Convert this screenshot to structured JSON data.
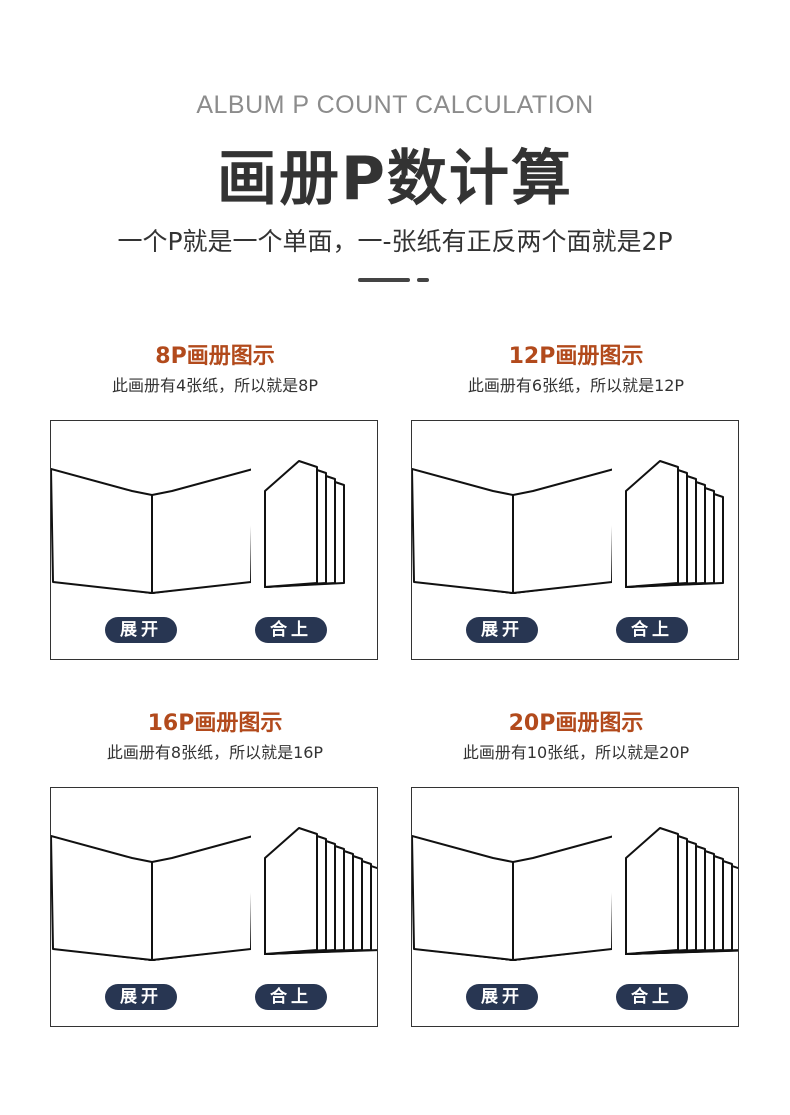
{
  "header": {
    "eyebrow": "ALBUM P COUNT CALCULATION",
    "title": "画册P数计算",
    "subtitle": "一个P就是一个单面，一-张纸有正反两个面就是2P"
  },
  "sections": [
    {
      "title": "8P画册图示",
      "desc": "此画册有4张纸，所以就是8P",
      "open_label": "展开",
      "close_label": "合上",
      "sheets": 4
    },
    {
      "title": "12P画册图示",
      "desc": "此画册有6张纸，所以就是12P",
      "open_label": "展开",
      "close_label": "合上",
      "sheets": 6
    },
    {
      "title": "16P画册图示",
      "desc": "此画册有8张纸，所以就是16P",
      "open_label": "展开",
      "close_label": "合上",
      "sheets": 8
    },
    {
      "title": "20P画册图示",
      "desc": "此画册有10张纸，所以就是20P",
      "open_label": "展开",
      "close_label": "合上",
      "sheets": 10
    }
  ],
  "icons": {
    "open_book": "open-book-icon",
    "closed_book": "closed-book-icon"
  },
  "colors": {
    "section_title": "#b24a1c",
    "pill_background": "#283652",
    "title_text": "#333333",
    "eyebrow_text": "#8c8c8c"
  }
}
